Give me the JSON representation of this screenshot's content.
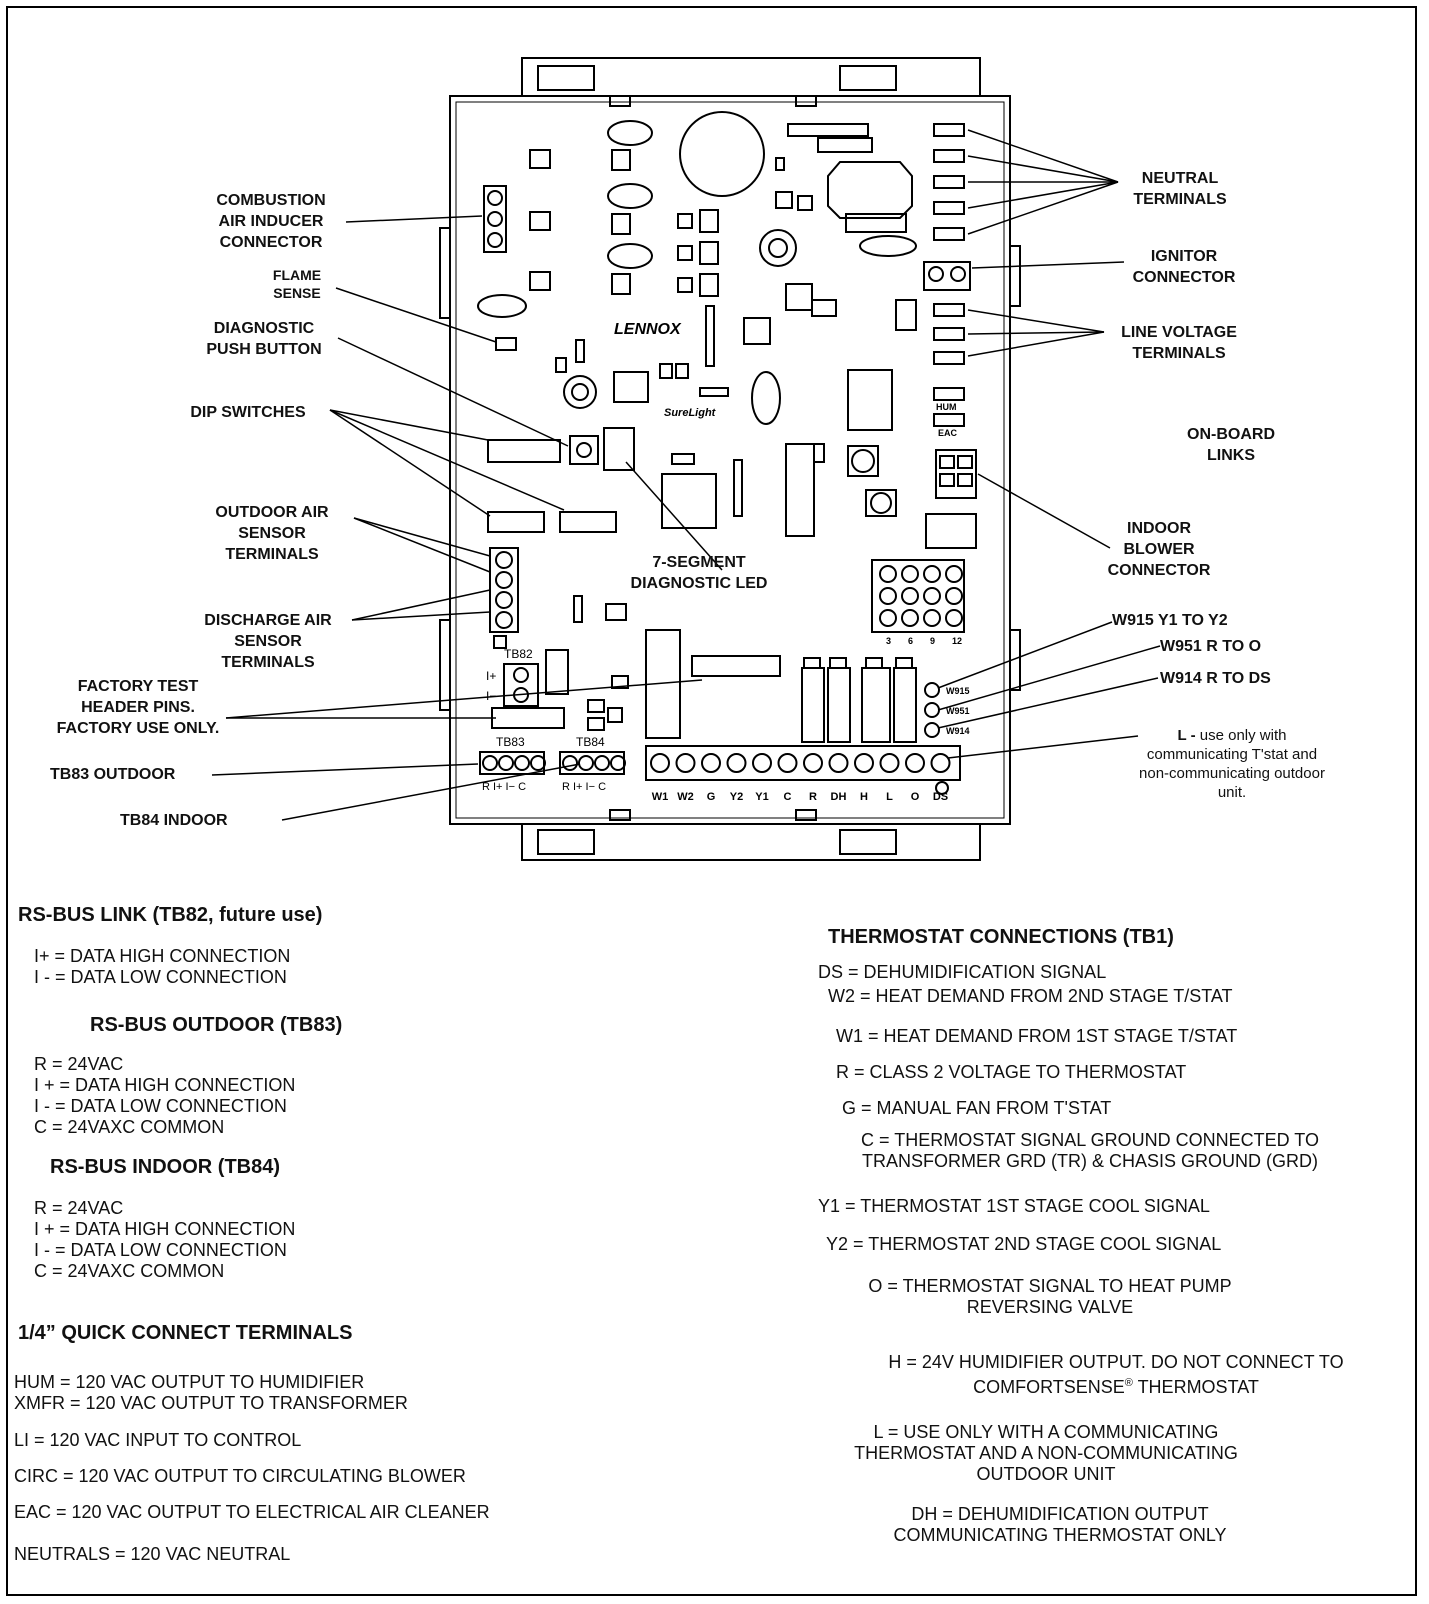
{
  "callouts": {
    "combustion": "COMBUSTION\nAIR INDUCER\nCONNECTOR",
    "flame": "FLAME\nSENSE",
    "diag_button": "DIAGNOSTIC\nPUSH BUTTON",
    "dip": "DIP SWITCHES",
    "outdoor_sensor": "OUTDOOR AIR\nSENSOR\nTERMINALS",
    "discharge_sensor": "DISCHARGE AIR\nSENSOR\nTERMINALS",
    "factory_test": "FACTORY TEST\nHEADER PINS.\nFACTORY USE ONLY.",
    "tb83": "TB83 OUTDOOR",
    "tb84": "TB84 INDOOR",
    "seven_seg": "7-SEGMENT\nDIAGNOSTIC LED",
    "neutral": "NEUTRAL\nTERMINALS",
    "ignitor": "IGNITOR\nCONNECTOR",
    "line_voltage": "LINE VOLTAGE\nTERMINALS",
    "onboard_links": "ON-BOARD\nLINKS",
    "indoor_blower": "INDOOR\nBLOWER\nCONNECTOR",
    "w915": "W915 Y1 TO Y2",
    "w951": "W951 R TO O",
    "w914": "W914 R TO DS",
    "l_note_bold": "L -",
    "l_note_rest": " use only with\ncommunicating T'stat and\nnon-communicating outdoor\nunit."
  },
  "board_labels": {
    "tb82": "TB82",
    "i_plus": "I+",
    "i_minus": "I−",
    "tb83": "TB83",
    "tb84": "TB84",
    "tb83_pins": "R I+ I− C",
    "tb84_pins": "R I+ I− C",
    "tb1_terminals": [
      "W1",
      "W2",
      "G",
      "Y2",
      "Y1",
      "C",
      "R",
      "DH",
      "H",
      "L",
      "O",
      "DS"
    ],
    "hum": "HUM",
    "eac": "EAC",
    "w915": "W915",
    "w951": "W951",
    "w914": "W914",
    "blower_pins": [
      "3",
      "6",
      "9",
      "12"
    ],
    "brand": "LENNOX",
    "surelight": "SureLight"
  },
  "rsbus_link": {
    "title": "RS-BUS LINK (TB82, future use)",
    "lines": "I+ = DATA HIGH CONNECTION\nI - = DATA LOW CONNECTION"
  },
  "rsbus_outdoor": {
    "title": "RS-BUS OUTDOOR (TB83)",
    "lines": "R = 24VAC\nI + = DATA HIGH CONNECTION\nI - = DATA LOW CONNECTION\nC = 24VAXC COMMON"
  },
  "rsbus_indoor": {
    "title": "RS-BUS INDOOR (TB84)",
    "lines": "R = 24VAC\nI + = DATA HIGH CONNECTION\nI - = DATA LOW CONNECTION\nC = 24VAXC COMMON"
  },
  "quick_connect": {
    "title": "1/4” QUICK CONNECT TERMINALS",
    "hum": "HUM = 120 VAC OUTPUT TO HUMIDIFIER\nXMFR = 120 VAC OUTPUT TO TRANSFORMER",
    "li": "LI = 120 VAC INPUT TO CONTROL",
    "circ": "CIRC = 120 VAC OUTPUT TO CIRCULATING BLOWER",
    "eac": "EAC = 120 VAC OUTPUT TO ELECTRICAL AIR CLEANER",
    "neutrals": "NEUTRALS  = 120 VAC NEUTRAL"
  },
  "thermostat": {
    "title": "THERMOSTAT CONNECTIONS (TB1)",
    "ds": "DS = DEHUMIDIFICATION SIGNAL",
    "w2": "W2 = HEAT DEMAND FROM 2ND STAGE T/STAT",
    "w1": "W1 = HEAT DEMAND FROM 1ST STAGE T/STAT",
    "r": "R = CLASS 2 VOLTAGE TO THERMOSTAT",
    "g": "G = MANUAL FAN FROM T'STAT",
    "c": "C = THERMOSTAT SIGNAL GROUND CONNECTED TO\nTRANSFORMER  GRD (TR) & CHASIS GROUND (GRD)",
    "y1": "Y1 = THERMOSTAT 1ST STAGE COOL SIGNAL",
    "y2": "Y2 = THERMOSTAT 2ND STAGE COOL SIGNAL",
    "o": "O = THERMOSTAT SIGNAL TO HEAT PUMP\nREVERSING VALVE",
    "h_line1": "H = 24V HUMIDIFIER OUTPUT. DO NOT CONNECT TO",
    "h_line2_a": "COMFORTSENSE",
    "h_line2_sup": "®",
    "h_line2_b": " THERMOSTAT",
    "l": "L = USE ONLY WITH A COMMUNICATING\nTHERMOSTAT AND A NON-COMMUNICATING\nOUTDOOR UNIT",
    "dh": "DH = DEHUMIDIFICATION OUTPUT\nCOMMUNICATING THERMOSTAT ONLY"
  }
}
